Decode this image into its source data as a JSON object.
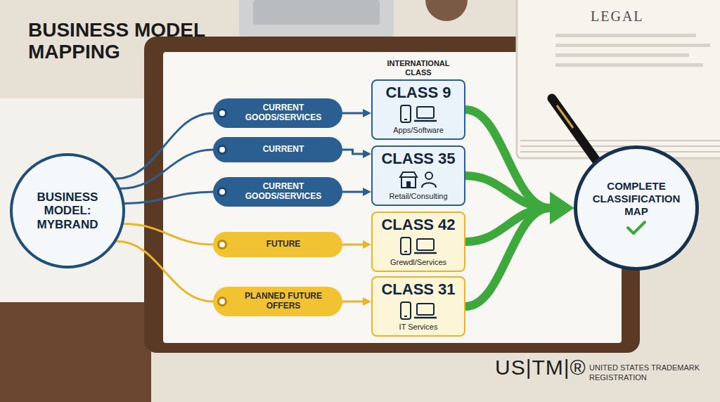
{
  "diagram": {
    "title": "BUSINESS MODEL MAPPING",
    "nodes": [
      {
        "text": [
          "BUSINESS MODEL: MYBRAND"
        ]
      },
      {
        "text": [
          "CURRENT GOODS/SERVICES"
        ]
      },
      {
        "text": [
          "CURRENT"
        ]
      },
      {
        "text": [
          "CURRENT GOODS/SERVICES"
        ]
      },
      {
        "text": [
          "FUTURE"
        ]
      },
      {
        "text": [
          "PLANNED FUTURE OFFERS"
        ]
      },
      {
        "text": [
          "CLASS 9",
          "Apps/Software"
        ]
      },
      {
        "text": [
          "CLASS 35",
          "Retail/Consulting"
        ]
      },
      {
        "text": [
          "CLASS 42",
          "Grewdl/Services"
        ]
      },
      {
        "text": [
          "CLASS 31",
          "IT Services"
        ]
      },
      {
        "text": [
          "COMPLETE CLASSIFICATION MAP"
        ]
      }
    ],
    "edges": [
      {
        "from": 0,
        "to": 1,
        "arrow": "none"
      },
      {
        "from": 0,
        "to": 2,
        "arrow": "none"
      },
      {
        "from": 0,
        "to": 3,
        "arrow": "none"
      },
      {
        "from": 0,
        "to": 4,
        "arrow": "none"
      },
      {
        "from": 0,
        "to": 5,
        "arrow": "none"
      },
      {
        "from": 1,
        "to": 6,
        "arrow": "to"
      },
      {
        "from": 2,
        "to": 7,
        "arrow": "to"
      },
      {
        "from": 3,
        "to": 7,
        "arrow": "to"
      },
      {
        "from": 4,
        "to": 8,
        "arrow": "to"
      },
      {
        "from": 5,
        "to": 9,
        "arrow": "to"
      },
      {
        "from": 6,
        "to": 10,
        "arrow": "to"
      },
      {
        "from": 7,
        "to": 10,
        "arrow": "to"
      },
      {
        "from": 8,
        "to": 10,
        "arrow": "to"
      },
      {
        "from": 9,
        "to": 10,
        "arrow": "to"
      }
    ],
    "labels": [
      "INTERNATIONAL CLASS",
      "LEGAL",
      "US|TM|®",
      "UNITED STATES TRADEMARK REGISTRATION"
    ]
  }
}
